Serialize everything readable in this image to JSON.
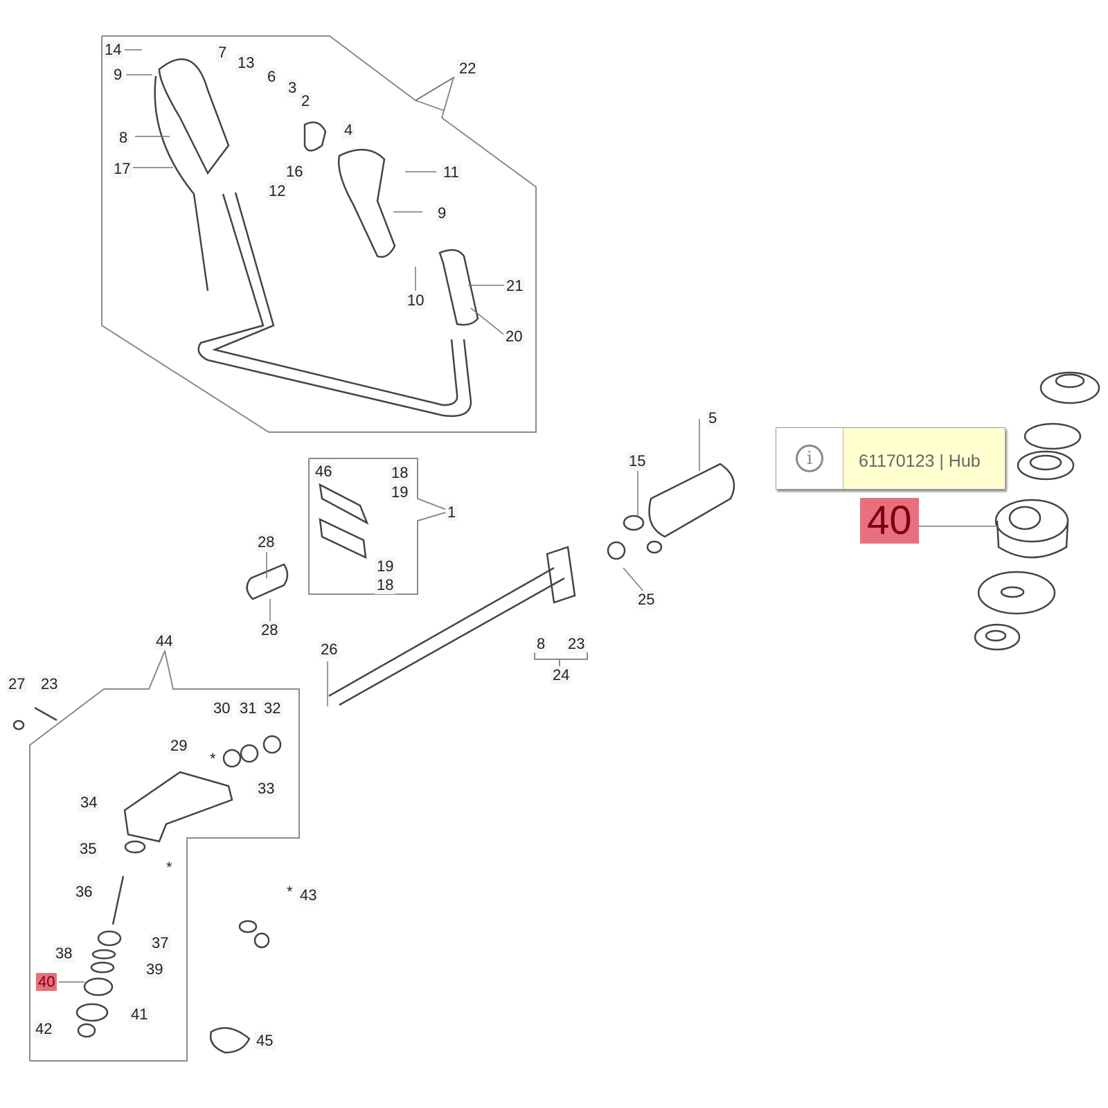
{
  "diagram": {
    "type": "exploded-parts-diagram",
    "highlighted_part": "40",
    "highlight_color": "#e8707e"
  },
  "tooltip": {
    "icon": "info-icon",
    "part_number": "61170123",
    "separator": "|",
    "part_name": "Hub",
    "text": "61170123 | Hub"
  },
  "labels": {
    "l14": "14",
    "l9a": "9",
    "l7": "7",
    "l13": "13",
    "l6": "6",
    "l3": "3",
    "l2": "2",
    "l22": "22",
    "l8a": "8",
    "l4": "4",
    "l17": "17",
    "l16": "16",
    "l12": "12",
    "l11": "11",
    "l9b": "9",
    "l10": "10",
    "l21": "21",
    "l20": "20",
    "l46": "46",
    "l18a": "18",
    "l19a": "19",
    "l1": "1",
    "l19b": "19",
    "l18b": "18",
    "l28a": "28",
    "l28b": "28",
    "l5": "5",
    "l15": "15",
    "l25": "25",
    "l8b": "8",
    "l23b": "23",
    "l24": "24",
    "l26": "26",
    "l44": "44",
    "l27": "27",
    "l23a": "23",
    "l29": "29",
    "l30": "30",
    "l31": "31",
    "l32": "32",
    "l33": "33",
    "l34": "34",
    "l35": "35",
    "l36": "36",
    "l37": "37",
    "l38": "38",
    "l39": "39",
    "l40": "40",
    "l41": "41",
    "l42": "42",
    "l43": "43",
    "l45": "45",
    "star1": "*",
    "star2": "*",
    "star3": "*",
    "l40big": "40"
  }
}
